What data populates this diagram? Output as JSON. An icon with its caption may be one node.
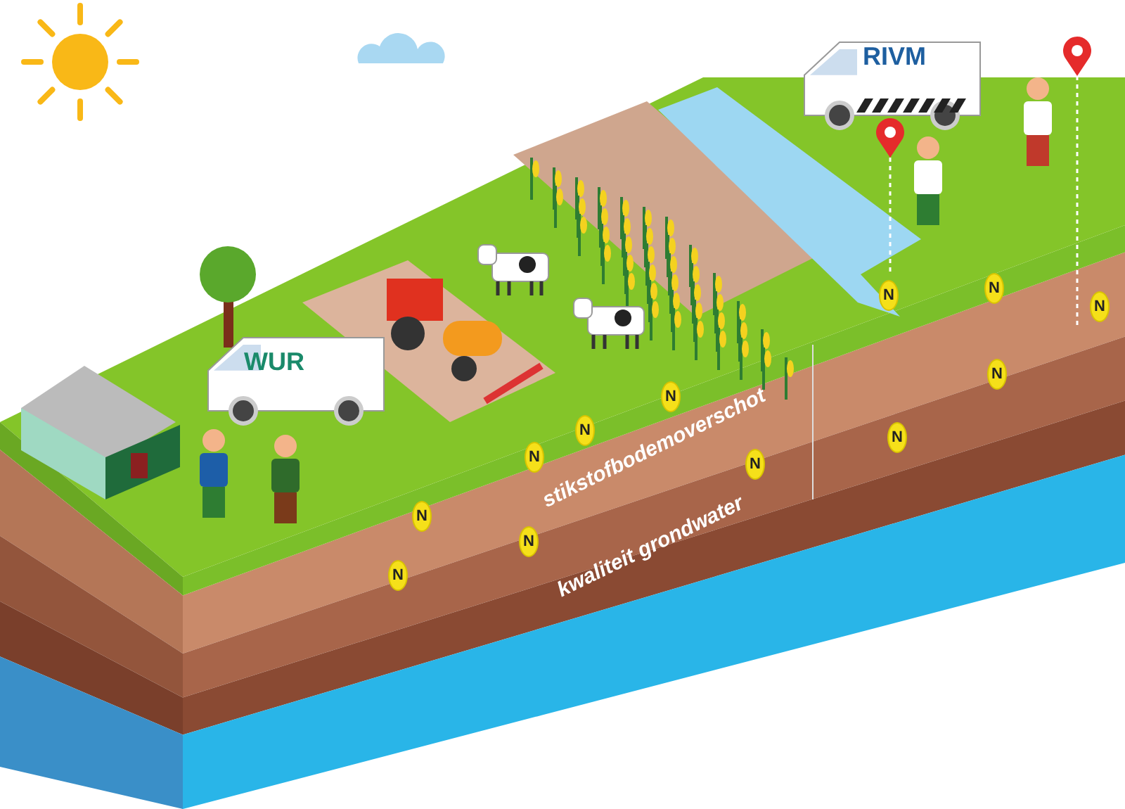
{
  "diagram": {
    "labels": [
      "RIVM",
      "N",
      "N",
      "N",
      "WUR",
      "N",
      "N",
      "N",
      "N",
      "N",
      "stikstofbodemoverschot",
      "N",
      "N",
      "kwaliteit grondwater",
      "N",
      "N"
    ]
  }
}
